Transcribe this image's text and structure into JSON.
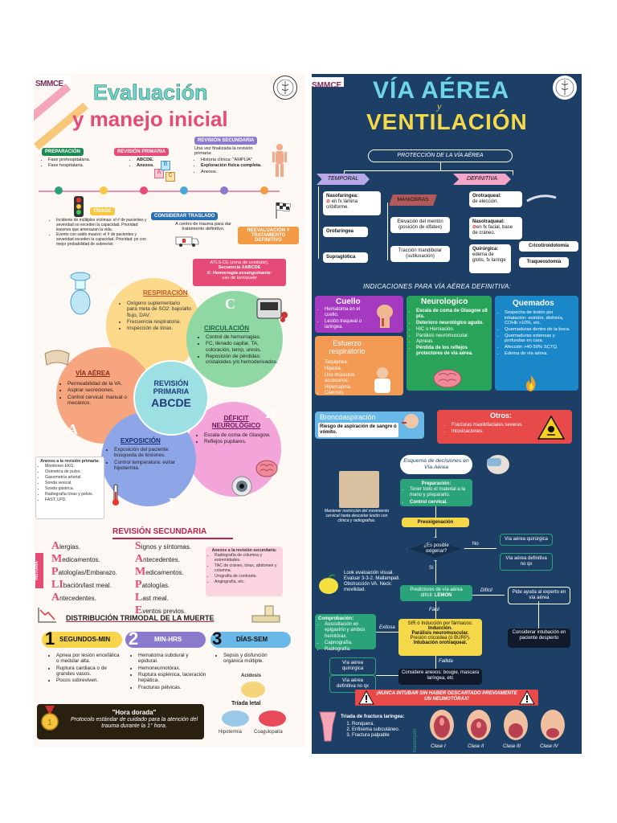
{
  "left": {
    "logo": "SMMCE",
    "title1": "Evaluación",
    "title2": "y manejo inicial",
    "prep": {
      "label": "PREPARACIÓN",
      "items": [
        "Fase prehospitalaria.",
        "Fase hospitalaria."
      ]
    },
    "primary": {
      "label": "REVISIÓN PRIMARIA",
      "items": [
        "ABCDE.",
        "Anexos."
      ]
    },
    "secondary": {
      "label": "REVISIÓN SECUNDARIA",
      "intro": "Una vez finalizada la revisión primaria:",
      "items": [
        "Historia clínica: \"AMPLIA\"",
        "Exploración física completa.",
        "Anexos."
      ]
    },
    "triage": {
      "label": "TRIAGE",
      "items": [
        "Incidente de múltiples víctimas: el # de pacientes y severidad no exceden la capacidad. Prioridad: lesiones que amenazan la vida.",
        "Evento con saldo masivo: el # de pacientes y severidad exceden la capacidad. Prioridad: px con mejor probabilidad de sobrevivir."
      ]
    },
    "transfer": {
      "label": "CONSIDERAR TRASLADO",
      "text": "A centro de trauma para dar tratamiento definitivo."
    },
    "reeval": {
      "label": "REEVALUACIÓN Y TRATAMIENTO DEFINITIVO"
    },
    "atls": {
      "line1": "ATLS-CE (zona de combate).",
      "line2": "Secuencia XABCDE",
      "line3": "X: Hemorragia exsanguinante:",
      "line4": "uso de torniquete"
    },
    "center": {
      "line1": "REVISIÓN",
      "line2": "PRIMARIA",
      "line3": "ABCDE"
    },
    "b": {
      "letter": "B",
      "title": "RESPIRACIÓN",
      "items": [
        "Oxígeno suplementario para meta de SO2: bajo/alto flujo, DAV.",
        "Frecuencia respiratoria.",
        "Inspección de tórax."
      ]
    },
    "c": {
      "letter": "C",
      "title": "CIRCULACIÓN",
      "items": [
        "Control de hemorragias.",
        "FC, llenado capilar, TA, coloración, temp, uresis.",
        "Reposición de pérdidas: cristaloides y/o hemoderivados."
      ]
    },
    "a": {
      "letter": "A",
      "title": "VÍA AÉREA",
      "items": [
        "Permeabilidad de la VA.",
        "Aspirar secreciones.",
        "Control cervical: manual o mecánico."
      ]
    },
    "d": {
      "letter": "D",
      "title": "DÉFICIT NEUROLÓGICO",
      "items": [
        "Escala de coma de Glasgow.",
        "Reflejos pupilares."
      ]
    },
    "e": {
      "letter": "E",
      "title": "EXPOSICIÓN",
      "items": [
        "Exposición del paciente: búsqueda de lesiones.",
        "Control temperatura: evitar hipotermia."
      ]
    },
    "anexos1": {
      "title": "Anexos a la revisión primaria:",
      "items": [
        "Monitoreo EKG.",
        "Oximetría de pulso.",
        "Gasometría arterial.",
        "Sonda vesical.",
        "Sonda gástrica.",
        "Radiografía tórax y pelvis.",
        "FAST, LPD."
      ]
    },
    "rs_title": "REVISIÓN SECUNDARIA",
    "historia": "HISTORIA",
    "ample": [
      {
        "letter": "A",
        "rest": "lergias."
      },
      {
        "letter": "M",
        "rest": "edicamentos."
      },
      {
        "letter": "P",
        "rest": "atologías/Embarazo."
      },
      {
        "letter": "LI",
        "rest": "bación/last meal."
      },
      {
        "letter": "A",
        "rest": "ntecedentes."
      }
    ],
    "sample": [
      {
        "letter": "S",
        "rest": "ignos y síntomas."
      },
      {
        "letter": "A",
        "rest": "ntecedentes."
      },
      {
        "letter": "M",
        "rest": "edicamentos."
      },
      {
        "letter": "P",
        "rest": "atologías."
      },
      {
        "letter": "L",
        "rest": "ast meal."
      },
      {
        "letter": "E",
        "rest": "ventos previos."
      }
    ],
    "anexos2": {
      "title": "Anexos a la revisión secundaria:",
      "items": [
        "Radiografía de columna y extremidades.",
        "TAC de cráneo, tórax, abdomen y columna.",
        "Urografía de contraste.",
        "Angiografía, etc."
      ]
    },
    "trimodal_title": "DISTRIBUCIÓN TRIMODAL DE LA MUERTE",
    "trimodal": [
      {
        "num": "1",
        "label": "SEGUNDOS-MIN",
        "items": [
          "Apnea por lesión encefálica o medular alta.",
          "Ruptura cardiaca o de grandes vasos.",
          "Pocos sobreviven."
        ]
      },
      {
        "num": "2",
        "label": "MIN-HRS",
        "items": [
          "Hematoma subdural y epidural.",
          "Hemoneumotórax.",
          "Ruptura esplénica, laceración hepática.",
          "Fracturas pélvicas."
        ]
      },
      {
        "num": "3",
        "label": "DÍAS-SEM",
        "items": [
          "Sepsis y disfunción orgánica múltiple."
        ]
      }
    ],
    "golden": {
      "title": "\"Hora dorada\"",
      "text": "Protocolo estándar de cuidado para la atención del trauma durante la 1° hora."
    },
    "triad": {
      "title": "Tríada letal",
      "top": "Acidosis",
      "left": "Hipotermia",
      "right": "Coagulopatía"
    }
  },
  "right": {
    "logo": "SMMCE",
    "title1": "VÍA AÉREA",
    "title_y": "y",
    "title2": "VENTILACIÓN",
    "protection": "PROTECCIÓN DE LA VÍA AÉREA",
    "temporal": "TEMPORAL",
    "definitiva": "DEFINITIVA",
    "naso1": {
      "bold": "Nasofaringea:",
      "rest": "en fx lámina cribiforme."
    },
    "maniobras": "MANIOBRAS",
    "orotraqueal": {
      "bold": "Orotraqueal:",
      "rest": "de elección."
    },
    "orofaringea": "Orofaringea",
    "elevacion": "Elevación del mentón (posición de olfateo)",
    "nasotraqueal": {
      "bold": "Nasotraqueal:",
      "rest": "en fx facial, base de cráneo."
    },
    "cricotiroidotomia": "Cricotiroidotomía",
    "supraglotica": "Supraglótica",
    "traccion": "Tracción mandibular (subluxación)",
    "quirurgica": {
      "bold": "Quirúrgica:",
      "rest": "edema de glotis, fx laringe"
    },
    "traqueostomia": "Traqueostomía",
    "indicaciones": "INDICACIONES PARA VÍA AÉREA DEFINITIVA:",
    "cuello": {
      "title": "Cuello",
      "items": [
        "Hematoma en el cuello.",
        "Lesión traqueal o laringea."
      ]
    },
    "neuro": {
      "title": "Neurologico",
      "items": [
        "Escala de coma de Glasgow ≤8 pts.",
        "Deterioro neurológico agudo.",
        "HIC o Herniación.",
        "Parálisis neuromuscular.",
        "Apneas.",
        "Pérdida de los reflejos protectores de vía aérea."
      ]
    },
    "quemados": {
      "title": "Quemados",
      "items": [
        "Sospecha de lesión por inhalación: estridor, disfonía, COHb >10%, etc.",
        "Quemaduras dentro de la boca.",
        "Quemaduras extensas y profundas en cara.",
        "Afección >40-50% SCTQ.",
        "Edema de vía aérea."
      ]
    },
    "esfuerzo": {
      "title": "Esfuerzo respiratorio",
      "items": [
        "Taquipnea.",
        "Hipoxia.",
        "Uso músculos accesorios.",
        "Hipercapnia.",
        "Cianosis."
      ]
    },
    "bronco": {
      "title": "Broncoaspiración",
      "text": "Riesgo de aspiración de sangre ó vómito."
    },
    "otros": {
      "title": "Otros:",
      "items": [
        "Fracturas maxilofaciales severas.",
        "Intoxicaciones."
      ]
    },
    "esquema": "Esquema de decisiones en Vía Aérea",
    "mantener": "Mantener restricción del movimiento cervical hasta descartar lesión con clínica y radiografías.",
    "preparacion": {
      "title": "Preparación:",
      "items": [
        "Tener todo el material a la mano y prepararlo.",
        "Control cervical."
      ]
    },
    "preoxigenacion": "Preoxigenación",
    "posible": "¿Es posible oxigenar?",
    "no": "No",
    "si": "Sí",
    "va_quirurgica": "Vía aérea quirúrgica",
    "va_definitiva": "Vía aérea definitiva no qx",
    "lemon": {
      "text": "Look evaluación visual. Evaluar 3-3-2. Mallampati. Obstrucción VA. Neck: movilidad."
    },
    "predictores": {
      "text": "Predictores de vía aérea difícil:",
      "bold": "LEMON"
    },
    "dificil": "Difícil",
    "facil": "Fácil",
    "pide": "Pide ayuda al experto en vía aérea",
    "comprobacion": {
      "title": "Comprobación:",
      "items": [
        "Auscultación en epigastrio y ambos hemitórax.",
        "Capnografía.",
        "Radiografía."
      ]
    },
    "exitosa": "Exitosa",
    "sir": {
      "line1": "SIR ó Inducción por fármacos:",
      "line2": "Inducción.",
      "line3": "Parálisis neuromuscular.",
      "line4": "Presión cricoidea (ó BURP).",
      "line5": "Intubación orotraqueal."
    },
    "considerar": "Considerar intubación en paciente despierto",
    "fallida": "Fallida",
    "va_quirurgica2": "Vía aérea quirúrgica",
    "anexos": "Considere anexos: bougie, mascara laríngea, etc",
    "va_definitiva2": "Vía aérea definitiva no qx",
    "warning": "¡NUNCA INTUBAR SIN HABER DESCARTADO PREVIAMENTE UN NEUMOTÓRAX!",
    "triada": {
      "title": "Triada de fractura laríngea:",
      "items": [
        "Ronquera.",
        "Enfisema subcutáneo.",
        "Fractura palpable"
      ]
    },
    "mallampati": "Mallampati",
    "clases": [
      "Clase I",
      "Clase II",
      "Clase III",
      "Clase IV"
    ]
  }
}
